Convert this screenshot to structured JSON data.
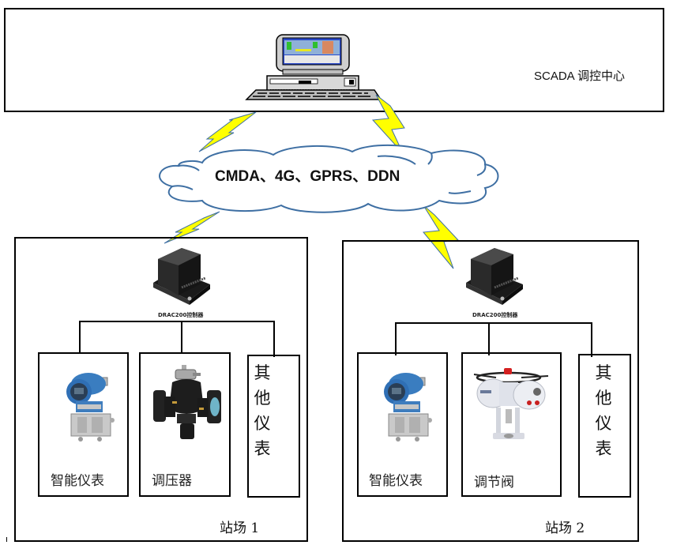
{
  "scada": {
    "label": "SCADA 调控中心",
    "icon": "computer-workstation-icon"
  },
  "network": {
    "label": "CMDA、4G、GPRS、DDN",
    "icon": "cloud-icon",
    "link_icon": "lightning-bolt-icon",
    "colors": {
      "cloud_stroke": "#3e6fa3",
      "bolt_fill": "#ffff00",
      "bolt_stroke": "#3e6fa3"
    }
  },
  "stations": [
    {
      "label": "站场 1",
      "controller": {
        "label": "DRAC200控制器",
        "icon": "controller-icon"
      },
      "devices": [
        {
          "label": "智能仪表",
          "icon": "pressure-transmitter-icon"
        },
        {
          "label": "调压器",
          "icon": "pressure-regulator-icon"
        },
        {
          "label": "其他仪表",
          "chars": [
            "其",
            "他",
            "仪",
            "表"
          ]
        }
      ]
    },
    {
      "label": "站场 2",
      "controller": {
        "label": "DRAC200控制器",
        "icon": "controller-icon"
      },
      "devices": [
        {
          "label": "智能仪表",
          "icon": "pressure-transmitter-icon"
        },
        {
          "label": "调节阀",
          "icon": "electric-valve-actuator-icon"
        },
        {
          "label": "其他仪表",
          "chars": [
            "其",
            "他",
            "仪",
            "表"
          ]
        }
      ]
    }
  ]
}
